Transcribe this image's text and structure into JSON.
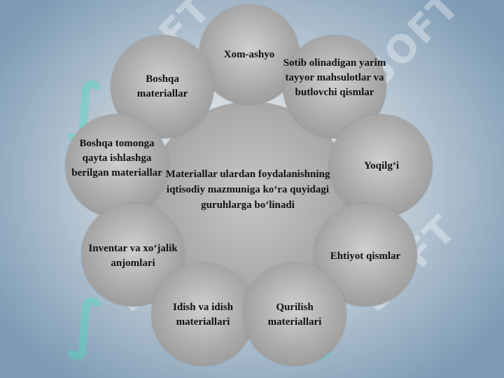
{
  "center_text": "Materiallar ulardan foydalanishning iqtisodiy mazmuniga ko‘ra quyidagi guruhlarga bo‘linadi",
  "nodes": {
    "xom_ashyo": "Xom-ashyo",
    "sotib_olinadigan": "Sotib olinadigan yarim tayyor mahsulotlar va butlovchi qismlar",
    "yoqilgi": "Yoqilg‘i",
    "ehtiyot": "Ehtiyot qismlar",
    "qurilish": "Qurilish materiallari",
    "idish": "Idish va idish materiallari",
    "inventar": "Inventar va xo‘jalik anjomlari",
    "qayta_ishlash": "Boshqa tomonga qayta ishlashga berilgan materiallar",
    "boshqa": "Boshqa materiallar"
  },
  "watermark": "SOFT"
}
